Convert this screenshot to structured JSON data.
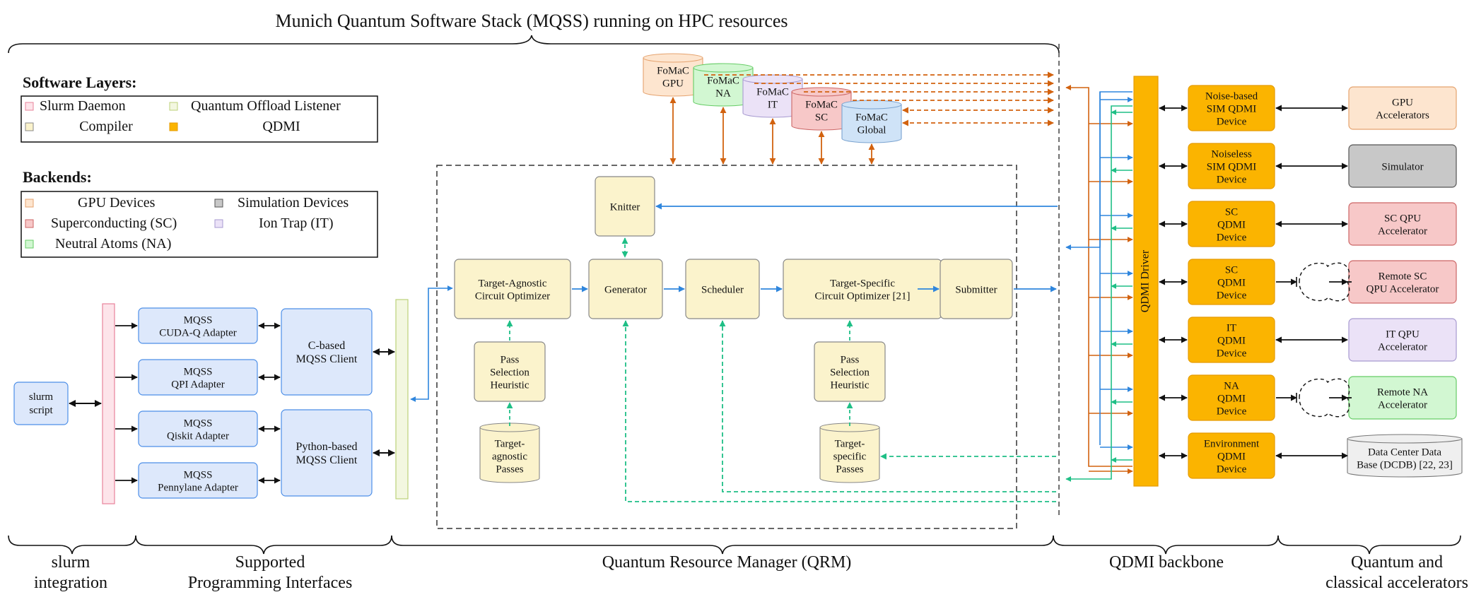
{
  "title": "Munich Quantum Software Stack (MQSS) running on HPC resources",
  "legend_software": {
    "heading": "Software Layers:",
    "items": [
      {
        "label": "Slurm Daemon",
        "color": "#fde4ea",
        "stroke": "#e8839b"
      },
      {
        "label": "Quantum Offload Listener",
        "color": "#f3f7e0",
        "stroke": "#bcd17a"
      },
      {
        "label": "Compiler",
        "color": "#fbf3cc",
        "stroke": "#888"
      },
      {
        "label": "QDMI",
        "color": "#fbb400",
        "stroke": "#e59b00"
      }
    ]
  },
  "legend_backends": {
    "heading": "Backends:",
    "items": [
      {
        "label": "GPU Devices",
        "color": "#fde5cf",
        "stroke": "#e5a36f"
      },
      {
        "label": "Simulation Devices",
        "color": "#c8c8c8",
        "stroke": "#555"
      },
      {
        "label": "Superconducting (SC)",
        "color": "#f7c8c8",
        "stroke": "#c66"
      },
      {
        "label": "Ion Trap (IT)",
        "color": "#ebe2f7",
        "stroke": "#a79ad0"
      },
      {
        "label": "Neutral Atoms (NA)",
        "color": "#d2f7d2",
        "stroke": "#6c6"
      }
    ]
  },
  "slurm_script": [
    "slurm",
    "script"
  ],
  "adapters": [
    {
      "lines": [
        "MQSS",
        "CUDA-Q Adapter"
      ],
      "highlight": true
    },
    {
      "lines": [
        "MQSS",
        "QPI Adapter"
      ],
      "highlight": false
    },
    {
      "lines": [
        "MQSS",
        "Qiskit Adapter"
      ],
      "highlight": false
    },
    {
      "lines": [
        "MQSS",
        "Pennylane Adapter"
      ],
      "highlight": false
    }
  ],
  "clients": [
    {
      "lines": [
        "C-based",
        "MQSS Client"
      ]
    },
    {
      "lines": [
        "Python-based",
        "MQSS Client"
      ]
    }
  ],
  "fomac": [
    {
      "lines": [
        "FoMaC",
        "GPU"
      ],
      "color": "#fde5cf",
      "stroke": "#e5a36f"
    },
    {
      "lines": [
        "FoMaC",
        "NA"
      ],
      "color": "#d2f7d2",
      "stroke": "#6c6"
    },
    {
      "lines": [
        "FoMaC",
        "IT"
      ],
      "color": "#ebe2f7",
      "stroke": "#a79ad0"
    },
    {
      "lines": [
        "FoMaC",
        "SC"
      ],
      "color": "#f7c8c8",
      "stroke": "#c66"
    },
    {
      "lines": [
        "FoMaC",
        "Global"
      ],
      "color": "#cfe3f7",
      "stroke": "#7aa3d0"
    }
  ],
  "qrm": {
    "knitter": [
      "Knitter"
    ],
    "agnostic_optimizer": [
      "Target-Agnostic",
      "Circuit Optimizer"
    ],
    "generator": [
      "Generator"
    ],
    "scheduler": [
      "Scheduler"
    ],
    "specific_optimizer": [
      "Target-Specific",
      "Circuit Optimizer [21]"
    ],
    "submitter": [
      "Submitter"
    ],
    "pass_heuristic_1": [
      "Pass",
      "Selection",
      "Heuristic"
    ],
    "pass_heuristic_2": [
      "Pass",
      "Selection",
      "Heuristic"
    ],
    "agnostic_passes": [
      "Target-",
      "agnostic",
      "Passes"
    ],
    "specific_passes": [
      "Target-",
      "specific",
      "Passes"
    ]
  },
  "qdmi_driver": "QDMI Driver",
  "qdmi_devices": [
    {
      "lines": [
        "Noise-based",
        "SIM QDMI",
        "Device"
      ]
    },
    {
      "lines": [
        "Noiseless",
        "SIM QDMI",
        "Device"
      ]
    },
    {
      "lines": [
        "SC",
        "QDMI",
        "Device"
      ]
    },
    {
      "lines": [
        "SC",
        "QDMI",
        "Device"
      ]
    },
    {
      "lines": [
        "IT",
        "QDMI",
        "Device"
      ]
    },
    {
      "lines": [
        "NA",
        "QDMI",
        "Device"
      ]
    },
    {
      "lines": [
        "Environment",
        "QDMI",
        "Device"
      ]
    }
  ],
  "accelerators": [
    {
      "lines": [
        "GPU",
        "Accelerators"
      ],
      "color": "#fde5cf",
      "stroke": "#e5a36f",
      "remote": false
    },
    {
      "lines": [
        "Simulator"
      ],
      "color": "#c8c8c8",
      "stroke": "#555",
      "remote": false
    },
    {
      "lines": [
        "SC QPU",
        "Accelerator"
      ],
      "color": "#f7c8c8",
      "stroke": "#c66",
      "remote": false
    },
    {
      "lines": [
        "Remote SC",
        "QPU Accelerator"
      ],
      "color": "#f7c8c8",
      "stroke": "#c66",
      "remote": true
    },
    {
      "lines": [
        "IT QPU",
        "Accelerator"
      ],
      "color": "#ebe2f7",
      "stroke": "#a79ad0",
      "remote": false
    },
    {
      "lines": [
        "Remote NA",
        "Accelerator"
      ],
      "color": "#d2f7d2",
      "stroke": "#6c6",
      "remote": true
    },
    {
      "lines": [
        "Data Center Data",
        "Base (DCDB) [22, 23]"
      ],
      "color": "#efefef",
      "stroke": "#777",
      "remote": false
    }
  ],
  "bottom_labels": [
    {
      "lines": [
        "slurm",
        "integration"
      ]
    },
    {
      "lines": [
        "Supported",
        "Programming Interfaces"
      ]
    },
    {
      "lines": [
        "Quantum Resource Manager (QRM)"
      ]
    },
    {
      "lines": [
        "QDMI backbone"
      ]
    },
    {
      "lines": [
        "Quantum and",
        "classical accelerators"
      ]
    }
  ]
}
